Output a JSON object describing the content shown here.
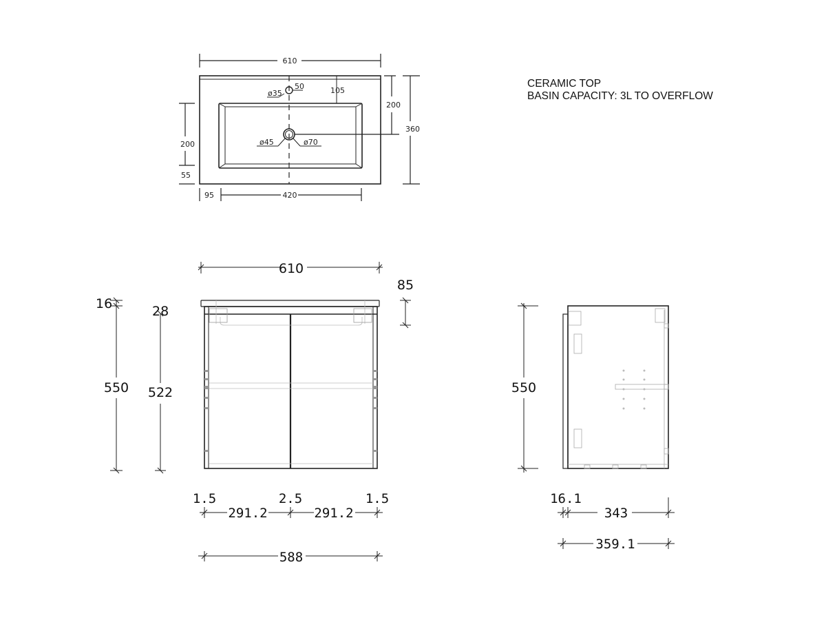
{
  "notes": {
    "line1": "CERAMIC TOP",
    "line2": "BASIN CAPACITY: 3L TO OVERFLOW"
  },
  "top_view": {
    "overall_width": "610",
    "overall_depth": "360",
    "tap_hole_dia": "ø35",
    "tap_hole_offset": "50",
    "basin_to_back_right": "105",
    "basin_back_depth": "200",
    "basin_width": "420",
    "left_margin": "95",
    "basin_depth": "200",
    "front_margin": "55",
    "waste_dia_inner": "ø45",
    "waste_dia_outer": "ø70"
  },
  "front_view": {
    "overall_width": "610",
    "top_thickness": "85",
    "top_offset": "16",
    "door_gap_top": "28",
    "overall_height": "550",
    "door_height": "522",
    "gap_left": "1.5",
    "door_left_width": "291.2",
    "gap_center": "2.5",
    "door_right_width": "291.2",
    "gap_right": "1.5",
    "cabinet_width": "588"
  },
  "side_view": {
    "overall_height": "550",
    "door_thickness": "16.1",
    "carcass_depth": "343",
    "overall_depth": "359.1"
  }
}
